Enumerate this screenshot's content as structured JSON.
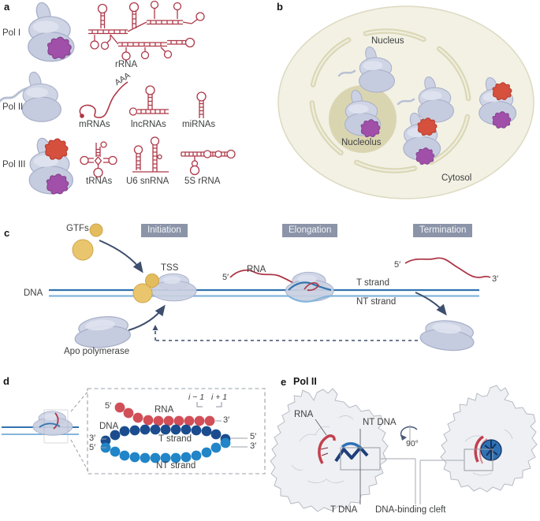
{
  "panel_a": {
    "label": "a",
    "pol_i": "Pol I",
    "pol_ii": "Pol II",
    "pol_iii": "Pol III",
    "rrna": "rRNA",
    "mrnas": "mRNAs",
    "lncrnas": "lncRNAs",
    "mirnas": "miRNAs",
    "trnas": "tRNAs",
    "u6_snrna": "U6 snRNA",
    "s5_rrna": "5S rRNA",
    "poly_a_tail": "AAA"
  },
  "panel_b": {
    "label": "b",
    "nucleus": "Nucleus",
    "nucleolus": "Nucleolus",
    "cytosol": "Cytosol"
  },
  "panel_c": {
    "label": "c",
    "gtfs": "GTFs",
    "stage_initiation": "Initiation",
    "stage_elongation": "Elongation",
    "stage_termination": "Termination",
    "tss": "TSS",
    "dna": "DNA",
    "rna": "RNA",
    "rna_5prime": "5′",
    "transcript_5prime": "5′",
    "transcript_3prime": "3′",
    "t_strand": "T strand",
    "nt_strand": "NT strand",
    "apo_polymerase": "Apo polymerase"
  },
  "panel_d": {
    "label": "d",
    "rna": "RNA",
    "dna": "DNA",
    "rna_5prime": "5′",
    "rna_3prime": "3′",
    "t_left_3prime": "3′",
    "nt_left_5prime": "5′",
    "t_right_5prime": "5′",
    "nt_right_3prime": "3′",
    "t_strand": "T strand",
    "nt_strand": "NT strand",
    "register_i_minus_1": "i − 1",
    "register_i_plus_1": "i + 1"
  },
  "panel_e": {
    "label": "e",
    "title": "Pol II",
    "rna": "RNA",
    "nt_dna": "NT DNA",
    "t_dna": "T DNA",
    "rotation": "90°",
    "dna_binding_cleft": "DNA-binding cleft"
  },
  "colors": {
    "rna_red": "#ad3848",
    "rna_bead_red": "#d04f58",
    "t_strand_blue": "#1b4c8e",
    "nt_strand_blue": "#2185c7",
    "dna_dark_line": "#3173ae",
    "dna_light_line": "#82b5dc",
    "polymerase_body": "#c9cfe1",
    "purple_subunit": "#a050a8",
    "red_subunit": "#d6503e",
    "gtf_yellow": "#e9c56d",
    "stage_box": "#8b94a8",
    "cell_fill": "#f2f1e4",
    "membrane": "#dbd7b6",
    "nucleolus_fill": "#dad5b1"
  }
}
